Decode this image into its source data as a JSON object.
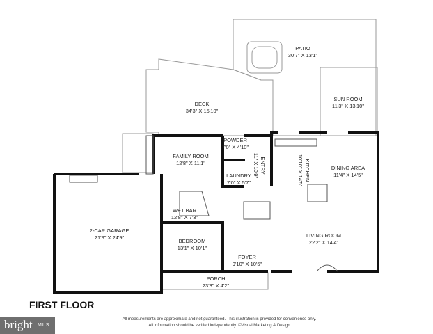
{
  "title": "FIRST FLOOR",
  "disclaimer": [
    "All measurements are approximate and not guaranteed. This illustration is provided for convenience only.",
    "All information should be verified independently. ©Visual Marketing & Design"
  ],
  "logo": {
    "brand": "bright",
    "suffix": "MLS"
  },
  "rooms": [
    {
      "name": "PATIO",
      "dims": "30'7\" X 13'1\""
    },
    {
      "name": "DECK",
      "dims": "34'3\" X 15'10\""
    },
    {
      "name": "SUN ROOM",
      "dims": "11'3\" X 13'10\""
    },
    {
      "name": "FAMILY ROOM",
      "dims": "12'8\" X 11'1\""
    },
    {
      "name": "POWDER",
      "dims": "7'0\" X 4'10\""
    },
    {
      "name": "ENTRY",
      "dims": "11\" X 10'9\""
    },
    {
      "name": "LAUNDRY",
      "dims": "7'0\" X 5'7\""
    },
    {
      "name": "KITCHEN",
      "dims": "10'10\" X 14'5\""
    },
    {
      "name": "DINING AREA",
      "dims": "11'4\" X 14'5\""
    },
    {
      "name": "2-CAR GARAGE",
      "dims": "21'9\" X 24'9\""
    },
    {
      "name": "WET BAR",
      "dims": "12'8\" X 7'3\""
    },
    {
      "name": "BEDROOM",
      "dims": "13'1\" X 10'1\""
    },
    {
      "name": "LIVING ROOM",
      "dims": "22'2\" X 14'4\""
    },
    {
      "name": "FOYER",
      "dims": "9'10\" X 10'5\""
    },
    {
      "name": "PORCH",
      "dims": "23'3\" X 4'2\""
    }
  ]
}
